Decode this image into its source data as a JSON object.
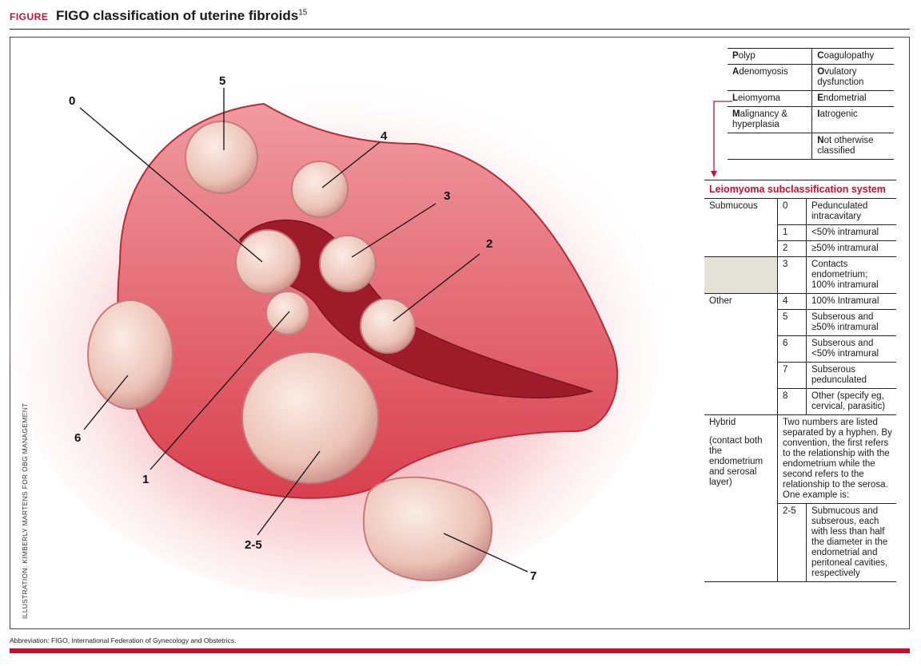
{
  "header": {
    "tag": "FIGURE",
    "title": "FIGO classification of uterine fibroids",
    "ref": "15"
  },
  "credit": "ILLUSTRATION: KIMBERLY MARTENS FOR OBG MANAGEMENT",
  "callouts": [
    "0",
    "1",
    "2",
    "3",
    "4",
    "5",
    "6",
    "7",
    "2-5"
  ],
  "acronym": {
    "rows": [
      {
        "left_initial": "P",
        "left_rest": "olyp",
        "right_initial": "C",
        "right_rest": "oagulopathy"
      },
      {
        "left_initial": "A",
        "left_rest": "denomyosis",
        "right_initial": "O",
        "right_rest": "vulatory dysfunction"
      },
      {
        "left_initial": "L",
        "left_rest": "eiomyoma",
        "right_initial": "E",
        "right_rest": "ndometrial"
      },
      {
        "left_initial": "M",
        "left_rest": "alignancy & hyperplasia",
        "right_initial": "I",
        "right_rest": "atrogenic"
      },
      {
        "left_initial": "",
        "left_rest": "",
        "right_initial": "N",
        "right_rest": "ot otherwise classified"
      }
    ]
  },
  "subclass": {
    "title": "Leiomyoma subclassification system",
    "submucous_label": "Submucous",
    "other_label": "Other",
    "hybrid_label": "Hybrid",
    "hybrid_note": "(contact both the endometrium and serosal layer)",
    "rows": [
      {
        "code": "0",
        "desc": "Pedunculated intracavitary"
      },
      {
        "code": "1",
        "desc": "<50% intramural"
      },
      {
        "code": "2",
        "desc": "≥50% intramural"
      },
      {
        "code": "3",
        "desc": "Contacts endometrium; 100% intramural"
      },
      {
        "code": "4",
        "desc": "100% Intramural"
      },
      {
        "code": "5",
        "desc": "Subserous and ≥50% intramural"
      },
      {
        "code": "6",
        "desc": "Subserous and <50% intramural"
      },
      {
        "code": "7",
        "desc": "Subserous pedunculated"
      },
      {
        "code": "8",
        "desc": "Other (specify eg, cervical, parasitic)"
      }
    ],
    "hybrid_text": "Two numbers are listed separated by a hyphen. By convention, the first refers to the relationship with the endometrium while the second refers to the relationship to the serosa. One example is:",
    "hybrid_example_code": "2-5",
    "hybrid_example_desc": "Submucous and subserous, each with less than half the diameter in the endometrial and peritoneal cavities, respectively"
  },
  "footer": {
    "abbreviation": "Abbreviation: FIGO, International Federation of Gynecology and Obstetrics."
  },
  "colors": {
    "accent": "#c8102e",
    "tissue": "#e0505c",
    "fibroid": "#f1cfc4",
    "shade": "#e4e2d8"
  }
}
